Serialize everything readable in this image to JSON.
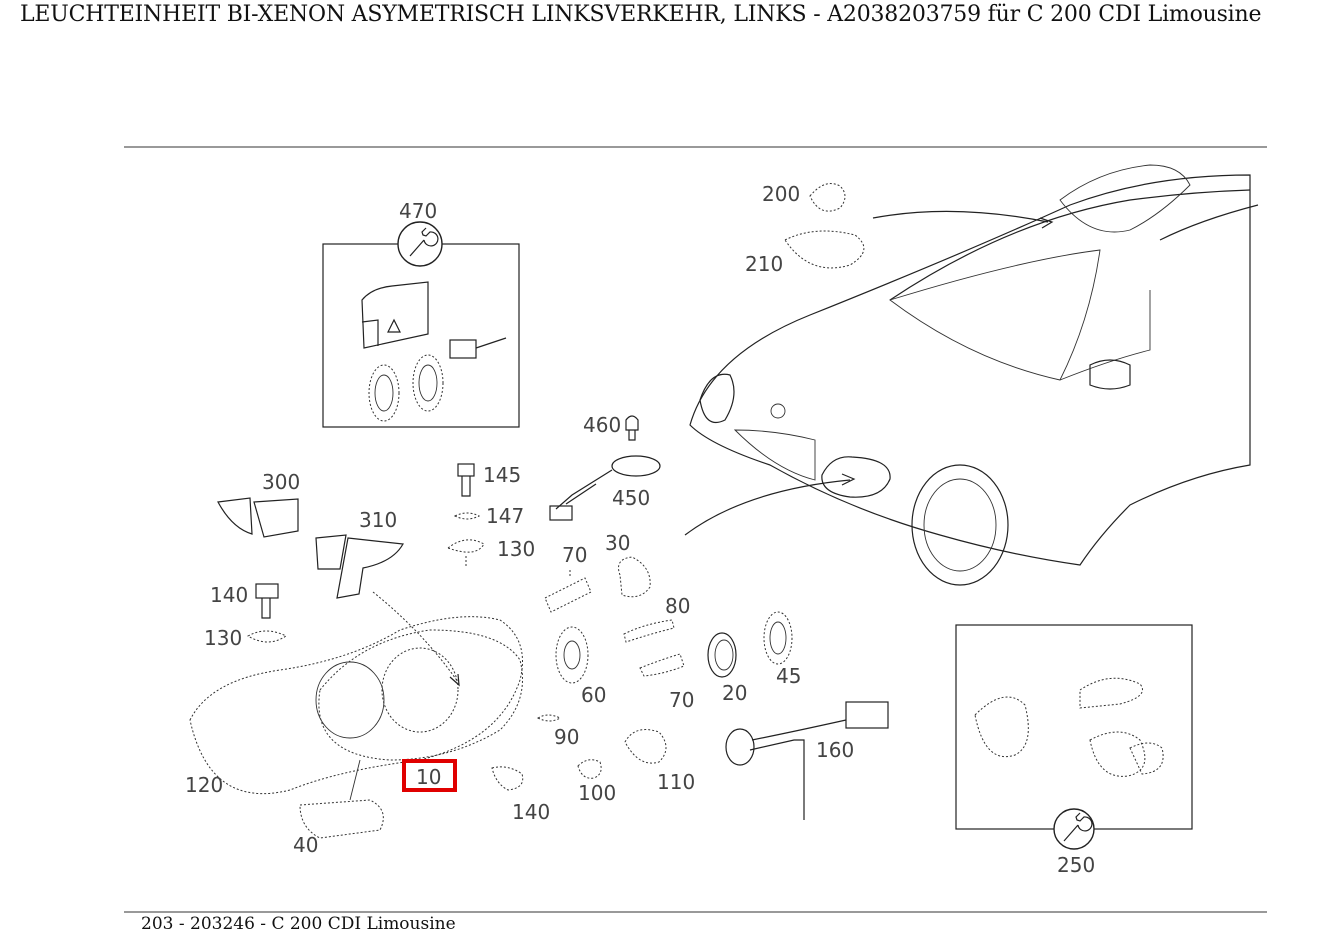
{
  "header": {
    "title": "LEUCHTEINHEIT BI-XENON ASYMETRISCH LINKSVERKEHR, LINKS - A2038203759 für C 200 CDI Limousine"
  },
  "footer": {
    "text": "203 - 203246 - C 200 CDI Limousine"
  },
  "diagram": {
    "highlight": {
      "label": "10",
      "color": "#e00000"
    },
    "labels": {
      "p470": "470",
      "p200": "200",
      "p210": "210",
      "p460": "460",
      "p450": "450",
      "p145": "145",
      "p147": "147",
      "p130a": "130",
      "p300": "300",
      "p310": "310",
      "p70a": "70",
      "p30": "30",
      "p140a": "140",
      "p130b": "130",
      "p80": "80",
      "p60": "60",
      "p20": "20",
      "p45": "45",
      "p70b": "70",
      "p90": "90",
      "p160": "160",
      "p120": "120",
      "p10": "10",
      "p140b": "140",
      "p100": "100",
      "p110": "110",
      "p40": "40",
      "p250": "250"
    }
  }
}
